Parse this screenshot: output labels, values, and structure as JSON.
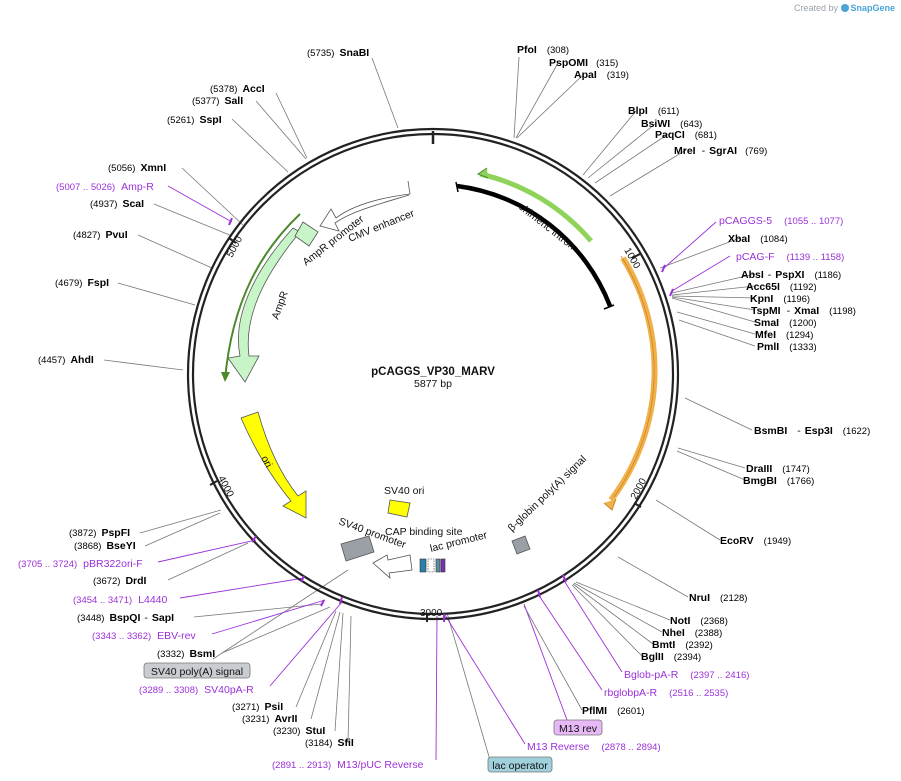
{
  "watermark": {
    "prefix": "Created by",
    "brand": "SnapGene"
  },
  "plasmid": {
    "name": "pCAGGS_VP30_MARV",
    "size_label": "5877 bp",
    "length": 5877
  },
  "ring_ticks": [
    "1000",
    "2000",
    "3000",
    "4000",
    "5000"
  ],
  "features": [
    {
      "label": "chimeric intron",
      "color": "#8fd35a"
    },
    {
      "label": "AmpR",
      "color": "#c8f5c8"
    },
    {
      "label": "AmpR promoter",
      "color": "#c8f5c8"
    },
    {
      "label": "CMV enhancer",
      "color": "#ffffff"
    },
    {
      "label": "ori",
      "color": "#ffff00"
    },
    {
      "label": "SV40 ori",
      "color": "#ffff00"
    },
    {
      "label": "SV40 promoter",
      "color": "#ffffff"
    },
    {
      "label": "CAP binding site",
      "color": "#2b7fa8"
    },
    {
      "label": "lac promoter",
      "color": "#ffffff"
    },
    {
      "label": "β-globin poly(A) signal",
      "color": "#9aa0a6"
    }
  ],
  "sites": [
    {
      "name": "SnaBI",
      "pos": "(5735)"
    },
    {
      "name": "AccI",
      "pos": "(5378)"
    },
    {
      "name": "SalI",
      "pos": "(5377)"
    },
    {
      "name": "SspI",
      "pos": "(5261)"
    },
    {
      "name": "XmnI",
      "pos": "(5056)"
    },
    {
      "name": "ScaI",
      "pos": "(4937)"
    },
    {
      "name": "PvuI",
      "pos": "(4827)"
    },
    {
      "name": "FspI",
      "pos": "(4679)"
    },
    {
      "name": "AhdI",
      "pos": "(4457)"
    },
    {
      "name": "PspFI",
      "pos": "(3872)"
    },
    {
      "name": "BseYI",
      "pos": "(3868)"
    },
    {
      "name": "DrdI",
      "pos": "(3672)"
    },
    {
      "name": "BspQI",
      "name2": "SapI",
      "pos": "(3448)"
    },
    {
      "name": "BsmI",
      "pos": "(3332)"
    },
    {
      "name": "PsiI",
      "pos": "(3271)"
    },
    {
      "name": "AvrII",
      "pos": "(3231)"
    },
    {
      "name": "StuI",
      "pos": "(3230)"
    },
    {
      "name": "SfiI",
      "pos": "(3184)"
    },
    {
      "name": "PfoI",
      "pos": "(308)"
    },
    {
      "name": "PspOMI",
      "pos": "(315)"
    },
    {
      "name": "ApaI",
      "pos": "(319)"
    },
    {
      "name": "BlpI",
      "pos": "(611)"
    },
    {
      "name": "BsiWI",
      "pos": "(643)"
    },
    {
      "name": "PaqCI",
      "pos": "(681)"
    },
    {
      "name": "MreI",
      "name2": "SgrAI",
      "pos": "(769)"
    },
    {
      "name": "XbaI",
      "pos": "(1084)"
    },
    {
      "name": "AbsI",
      "name2": "PspXI",
      "pos": "(1186)"
    },
    {
      "name": "Acc65I",
      "pos": "(1192)"
    },
    {
      "name": "KpnI",
      "pos": "(1196)"
    },
    {
      "name": "TspMI",
      "name2": "XmaI",
      "pos": "(1198)"
    },
    {
      "name": "SmaI",
      "pos": "(1200)"
    },
    {
      "name": "MfeI",
      "pos": "(1294)"
    },
    {
      "name": "PmlI",
      "pos": "(1333)"
    },
    {
      "name": "BsmBI",
      "name2": "Esp3I",
      "pos": "(1622)"
    },
    {
      "name": "DraIII",
      "pos": "(1747)"
    },
    {
      "name": "BmgBI",
      "pos": "(1766)"
    },
    {
      "name": "EcoRV",
      "pos": "(1949)"
    },
    {
      "name": "NruI",
      "pos": "(2128)"
    },
    {
      "name": "NotI",
      "pos": "(2368)"
    },
    {
      "name": "NheI",
      "pos": "(2388)"
    },
    {
      "name": "BmtI",
      "pos": "(2392)"
    },
    {
      "name": "BglII",
      "pos": "(2394)"
    },
    {
      "name": "PflMI",
      "pos": "(2601)"
    }
  ],
  "primers": [
    {
      "name": "Amp-R",
      "pos": "(5007 .. 5026)"
    },
    {
      "name": "pBR322ori-F",
      "pos": "(3705 .. 3724)"
    },
    {
      "name": "L4440",
      "pos": "(3454 .. 3471)"
    },
    {
      "name": "EBV-rev",
      "pos": "(3343 .. 3362)"
    },
    {
      "name": "SV40pA-R",
      "pos": "(3289 .. 3308)"
    },
    {
      "name": "M13/pUC Reverse",
      "pos": "(2891 .. 2913)"
    },
    {
      "name": "pCAGGS-5",
      "pos": "(1055 .. 1077)"
    },
    {
      "name": "pCAG-F",
      "pos": "(1139 .. 1158)"
    },
    {
      "name": "Bglob-pA-R",
      "pos": "(2397 .. 2416)"
    },
    {
      "name": "rbglobpA-R",
      "pos": "(2516 .. 2535)"
    },
    {
      "name": "M13 Reverse",
      "pos": "(2878 .. 2894)"
    }
  ],
  "boxed_labels": [
    {
      "name": "SV40 poly(A) signal",
      "color": "#c9ccd0"
    },
    {
      "name": "M13 rev",
      "color": "#e6b8f5"
    },
    {
      "name": "lac operator",
      "color": "#9fd0dc"
    }
  ],
  "colors": {
    "site_text": "#000000",
    "primer": "#9b30d9",
    "backbone": "#333333"
  }
}
